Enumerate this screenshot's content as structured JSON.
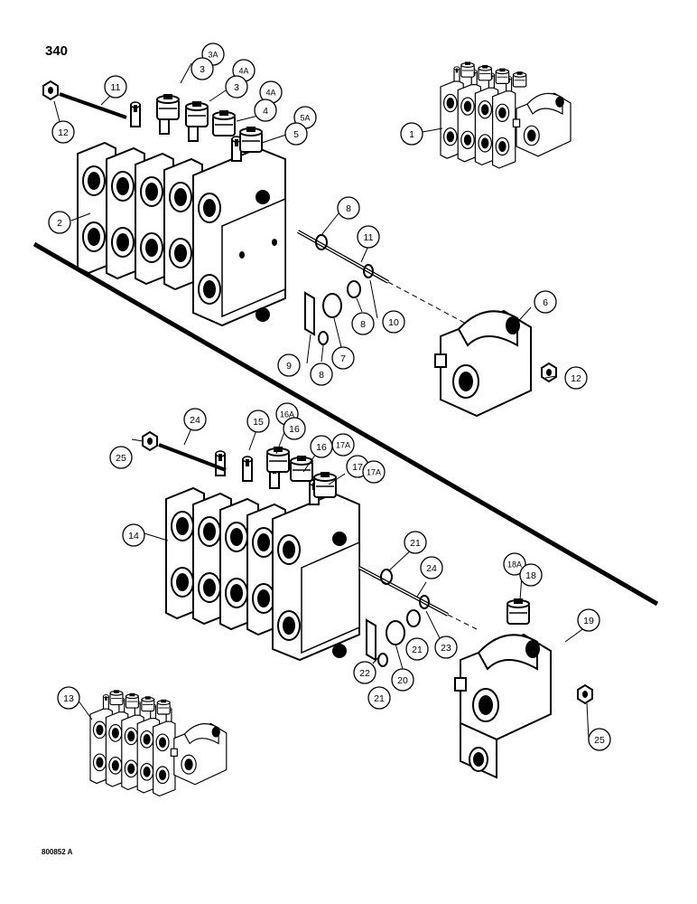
{
  "page": {
    "number": "340",
    "figure_code": "800852 A"
  },
  "callouts": [
    {
      "id": "c1",
      "label": "1"
    },
    {
      "id": "c2",
      "label": "2"
    },
    {
      "id": "c3a",
      "label": "3A"
    },
    {
      "id": "c3",
      "label": "3"
    },
    {
      "id": "c4a",
      "label": "4A"
    },
    {
      "id": "c3b",
      "label": "3"
    },
    {
      "id": "c4aa",
      "label": "4A"
    },
    {
      "id": "c4",
      "label": "4"
    },
    {
      "id": "c5a",
      "label": "5A"
    },
    {
      "id": "c5",
      "label": "5"
    },
    {
      "id": "c6",
      "label": "6"
    },
    {
      "id": "c7",
      "label": "7"
    },
    {
      "id": "c8a",
      "label": "8"
    },
    {
      "id": "c8b",
      "label": "8"
    },
    {
      "id": "c8c",
      "label": "8"
    },
    {
      "id": "c9",
      "label": "9"
    },
    {
      "id": "c10",
      "label": "10"
    },
    {
      "id": "c11a",
      "label": "11"
    },
    {
      "id": "c11b",
      "label": "11"
    },
    {
      "id": "c12a",
      "label": "12"
    },
    {
      "id": "c12b",
      "label": "12"
    },
    {
      "id": "c13",
      "label": "13"
    },
    {
      "id": "c14",
      "label": "14"
    },
    {
      "id": "c15",
      "label": "15"
    },
    {
      "id": "c16a",
      "label": "16A"
    },
    {
      "id": "c16",
      "label": "16"
    },
    {
      "id": "c16b",
      "label": "16"
    },
    {
      "id": "c17a",
      "label": "17A"
    },
    {
      "id": "c17",
      "label": "17"
    },
    {
      "id": "c17aa",
      "label": "17A"
    },
    {
      "id": "c18a",
      "label": "18A"
    },
    {
      "id": "c18",
      "label": "18"
    },
    {
      "id": "c19",
      "label": "19"
    },
    {
      "id": "c20",
      "label": "20"
    },
    {
      "id": "c21a",
      "label": "21"
    },
    {
      "id": "c21b",
      "label": "21"
    },
    {
      "id": "c21c",
      "label": "21"
    },
    {
      "id": "c22",
      "label": "22"
    },
    {
      "id": "c23",
      "label": "23"
    },
    {
      "id": "c24a",
      "label": "24"
    },
    {
      "id": "c24b",
      "label": "24"
    },
    {
      "id": "c25a",
      "label": "25"
    },
    {
      "id": "c25b",
      "label": "25"
    }
  ]
}
